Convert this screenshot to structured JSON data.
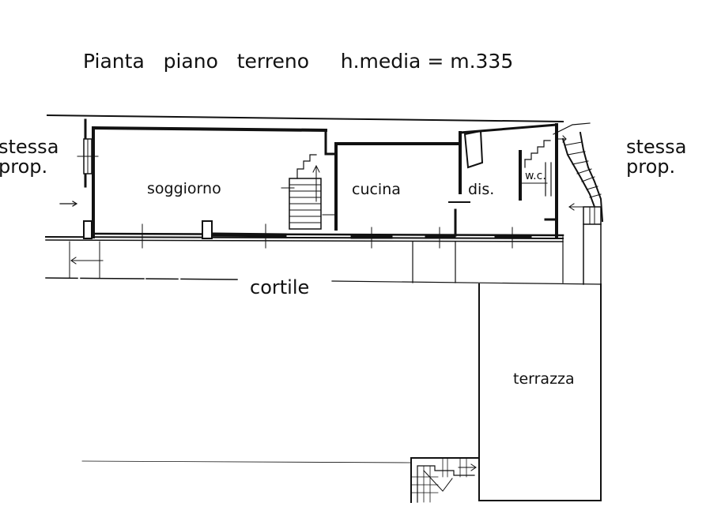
{
  "title": "Pianta   piano   terreno     h.media = m.335",
  "rooms": {
    "soggiorno": "soggiorno",
    "cucina": "cucina",
    "dis": "dis.",
    "wc": "w.c.",
    "cortile": "cortile",
    "terrazza": "terrazza"
  },
  "neighbors": {
    "left_line1": "stessa",
    "left_line2": "prop.",
    "right_line1": "stessa",
    "right_line2": "prop."
  },
  "colors": {
    "ink": "#111111",
    "paper": "#ffffff"
  }
}
